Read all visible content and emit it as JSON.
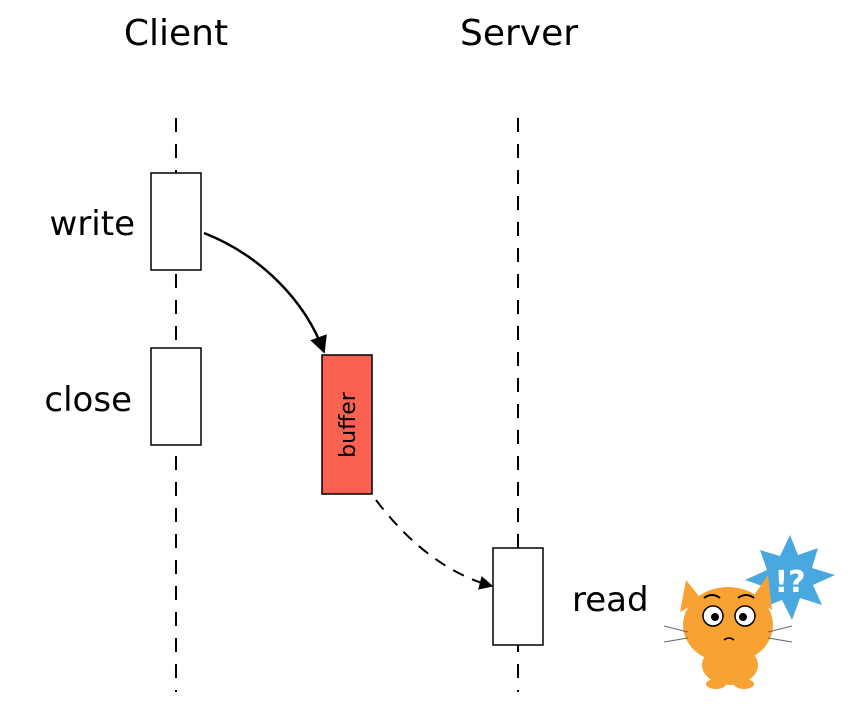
{
  "headers": {
    "client": "Client",
    "server": "Server"
  },
  "labels": {
    "write": "write",
    "close": "close",
    "read": "read",
    "buffer": "buffer"
  },
  "mascot": {
    "burst_text": "!?",
    "icon": "confused-cat-icon"
  },
  "colors": {
    "buffer_fill": "#fb6150",
    "cat_orange": "#f7a233",
    "burst_blue": "#4aa8e0"
  }
}
